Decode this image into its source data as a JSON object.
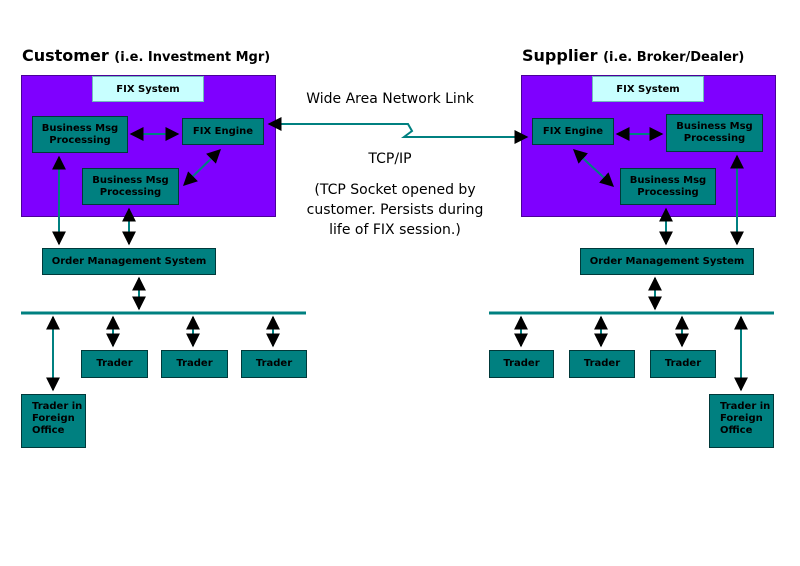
{
  "customer": {
    "title": "Customer",
    "subtitle": "(i.e. Investment Mgr)",
    "fix_system": "FIX System",
    "bmp_top": "Business Msg Processing",
    "fix_engine": "FIX Engine",
    "bmp_bottom": "Business Msg Processing",
    "oms": "Order Management System",
    "traders": [
      "Trader",
      "Trader",
      "Trader"
    ],
    "foreign_trader": "Trader in Foreign Office"
  },
  "supplier": {
    "title": "Supplier",
    "subtitle": "(i.e. Broker/Dealer)",
    "fix_system": "FIX System",
    "fix_engine": "FIX Engine",
    "bmp_top": "Business Msg Processing",
    "bmp_bottom": "Business Msg Processing",
    "oms": "Order Management System",
    "traders": [
      "Trader",
      "Trader",
      "Trader"
    ],
    "foreign_trader": "Trader in Foreign Office"
  },
  "link": {
    "wan_label": "Wide Area Network Link",
    "protocol": "TCP/IP",
    "note": "(TCP Socket opened by customer. Persists during life of FIX session.)"
  },
  "colors": {
    "system_bg": "#7f00ff",
    "box_bg": "#008080",
    "fix_system_bg": "#c8ffff",
    "connector": "#008080"
  }
}
